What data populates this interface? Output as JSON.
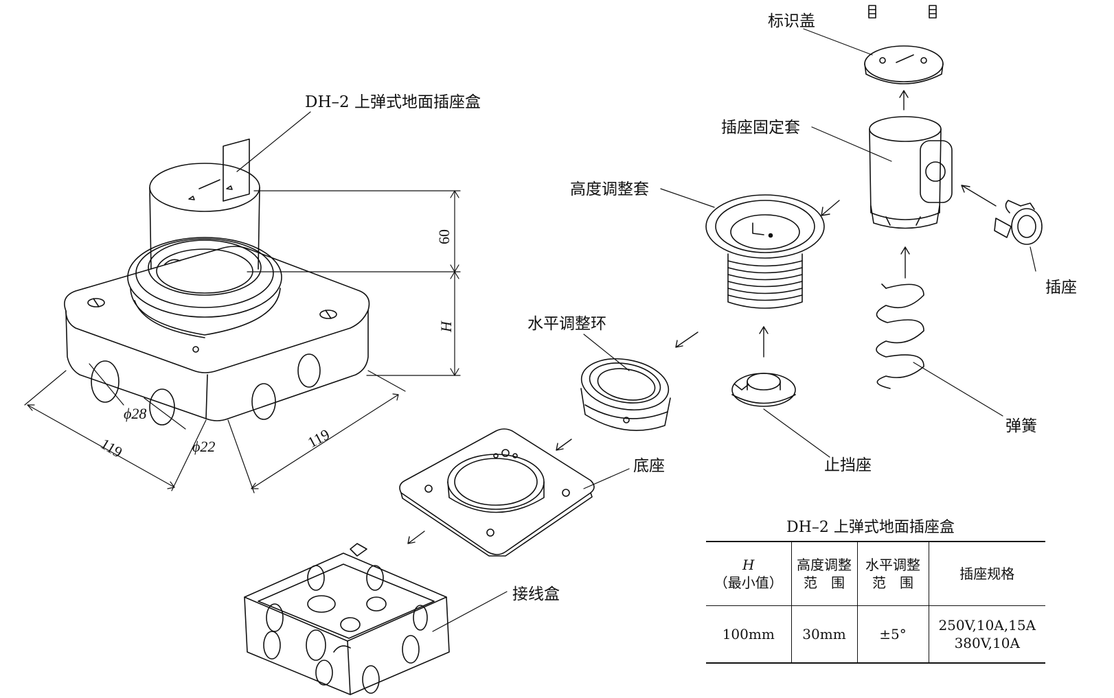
{
  "labels": {
    "assembly_title": "DH–2 上弹式地面插座盒",
    "cap": "标识盖",
    "socket_sleeve": "插座固定套",
    "height_sleeve": "高度调整套",
    "level_ring": "水平调整环",
    "socket": "插座",
    "spring": "弹簧",
    "stop_seat": "止挡座",
    "base": "底座",
    "junction_box": "接线盒"
  },
  "dimensions": {
    "height_60": "60",
    "height_h": "H",
    "phi28": "ϕ28",
    "phi22": "ϕ22",
    "width_left": "119",
    "width_right": "119"
  },
  "spec_table": {
    "title": "DH–2 上弹式地面插座盒",
    "headers": {
      "h_name": "H",
      "h_sub": "（最小值）",
      "height_adj_1": "高度调整",
      "height_adj_2": "范　围",
      "level_adj_1": "水平调整",
      "level_adj_2": "范　围",
      "socket_spec": "插座规格"
    },
    "row": {
      "h_value": "100mm",
      "height_range": "30mm",
      "level_range": "±5°",
      "spec_1": "250V,10A,15A",
      "spec_2": "380V,10A"
    }
  }
}
